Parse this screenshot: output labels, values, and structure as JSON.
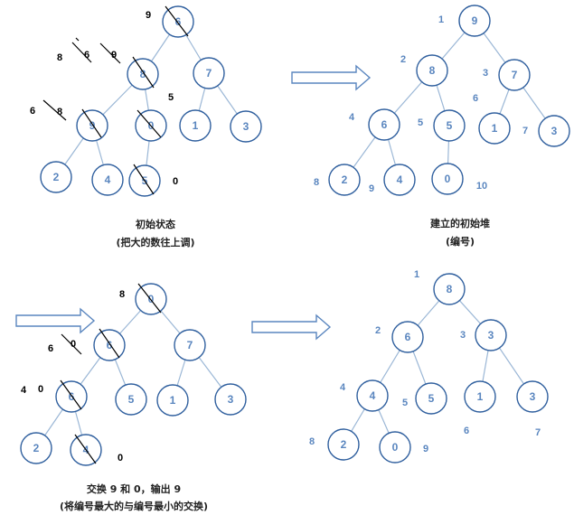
{
  "panels": {
    "initial": {
      "nodes": [
        "6",
        "8",
        "7",
        "9",
        "0",
        "1",
        "3",
        "2",
        "4",
        "5"
      ],
      "annotations": [
        "9",
        "8",
        "6",
        "9",
        "6",
        "8",
        "5",
        "0"
      ],
      "caption_line1": "初始状态",
      "caption_line2": "(把大的数往上调)"
    },
    "built": {
      "nodes": [
        "9",
        "8",
        "7",
        "6",
        "5",
        "1",
        "3",
        "2",
        "4",
        "0"
      ],
      "indices": [
        "1",
        "2",
        "3",
        "4",
        "5",
        "6",
        "7",
        "8",
        "9",
        "10"
      ],
      "caption_line1": "建立的初始堆",
      "caption_line2": "(编号)"
    },
    "swap": {
      "nodes": [
        "0",
        "6",
        "7",
        "6",
        "5",
        "1",
        "3",
        "2",
        "4"
      ],
      "annotations": [
        "8",
        "6",
        "0",
        "4",
        "0",
        "0"
      ],
      "caption_line1": "交换 9 和 0，输出 9",
      "caption_line2": "(将编号最大的与编号最小的交换)"
    },
    "result": {
      "nodes": [
        "8",
        "6",
        "3",
        "4",
        "5",
        "1",
        "3",
        "2",
        "0"
      ],
      "indices": [
        "1",
        "2",
        "3",
        "4",
        "5",
        "6",
        "7",
        "8",
        "9"
      ]
    }
  },
  "colors": {
    "node_border": "#2f5f9e",
    "node_text": "#5a86bf",
    "edge": "#9bb7d6",
    "annotation": "#000000"
  }
}
